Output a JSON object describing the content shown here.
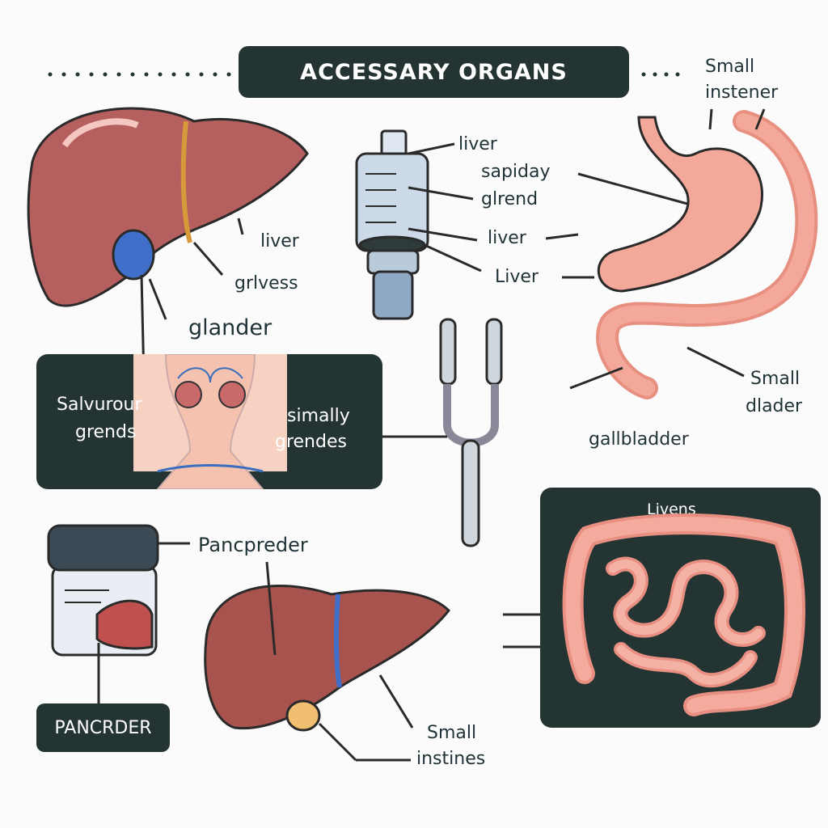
{
  "title": "ACCESSARY ORGANS",
  "labels": {
    "small_instener_1": "Small",
    "small_instener_2": "instener",
    "liver_a": "liver",
    "grlvess": "grlvess",
    "glander": "glander",
    "liver_b": "liver",
    "sapiday": "sapiday",
    "glrend": "glrend",
    "liver_c": "liver",
    "liver_d": "Liver",
    "small_dlader_1": "Small",
    "small_dlader_2": "dlader",
    "gallbladder": "gallbladder",
    "salvurour_1": "Salvurour",
    "salvurour_2": "grends",
    "simally_1": "simally",
    "simally_2": "grendes",
    "pancpreder": "Pancpreder",
    "pancrder": "PANCRDER",
    "small_instines_1": "Small",
    "small_instines_2": "instines",
    "livens": "Livens"
  },
  "colors": {
    "panel": "#243433",
    "liver": "#b05a5a",
    "intestine": "#f0a090",
    "ink": "#1f3236"
  }
}
